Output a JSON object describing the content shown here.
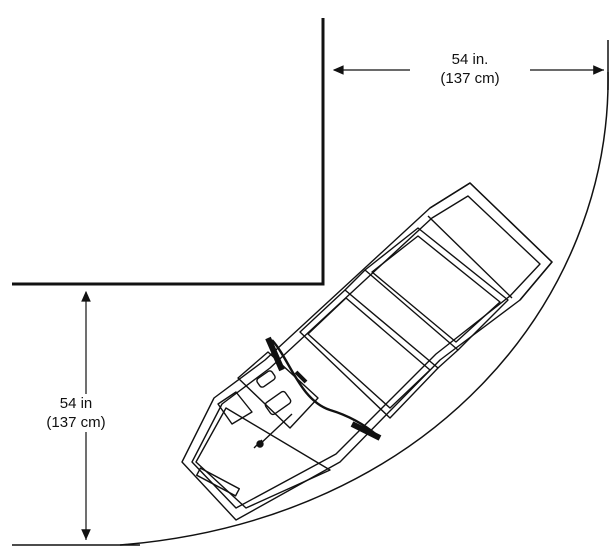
{
  "dimensions": {
    "top": {
      "inches": "54 in.",
      "centimeters": "(137 cm)"
    },
    "left": {
      "inches": "54 in",
      "centimeters": "(137 cm)"
    }
  },
  "colors": {
    "line": "#111111",
    "background": "#ffffff",
    "strap": "#111111"
  }
}
